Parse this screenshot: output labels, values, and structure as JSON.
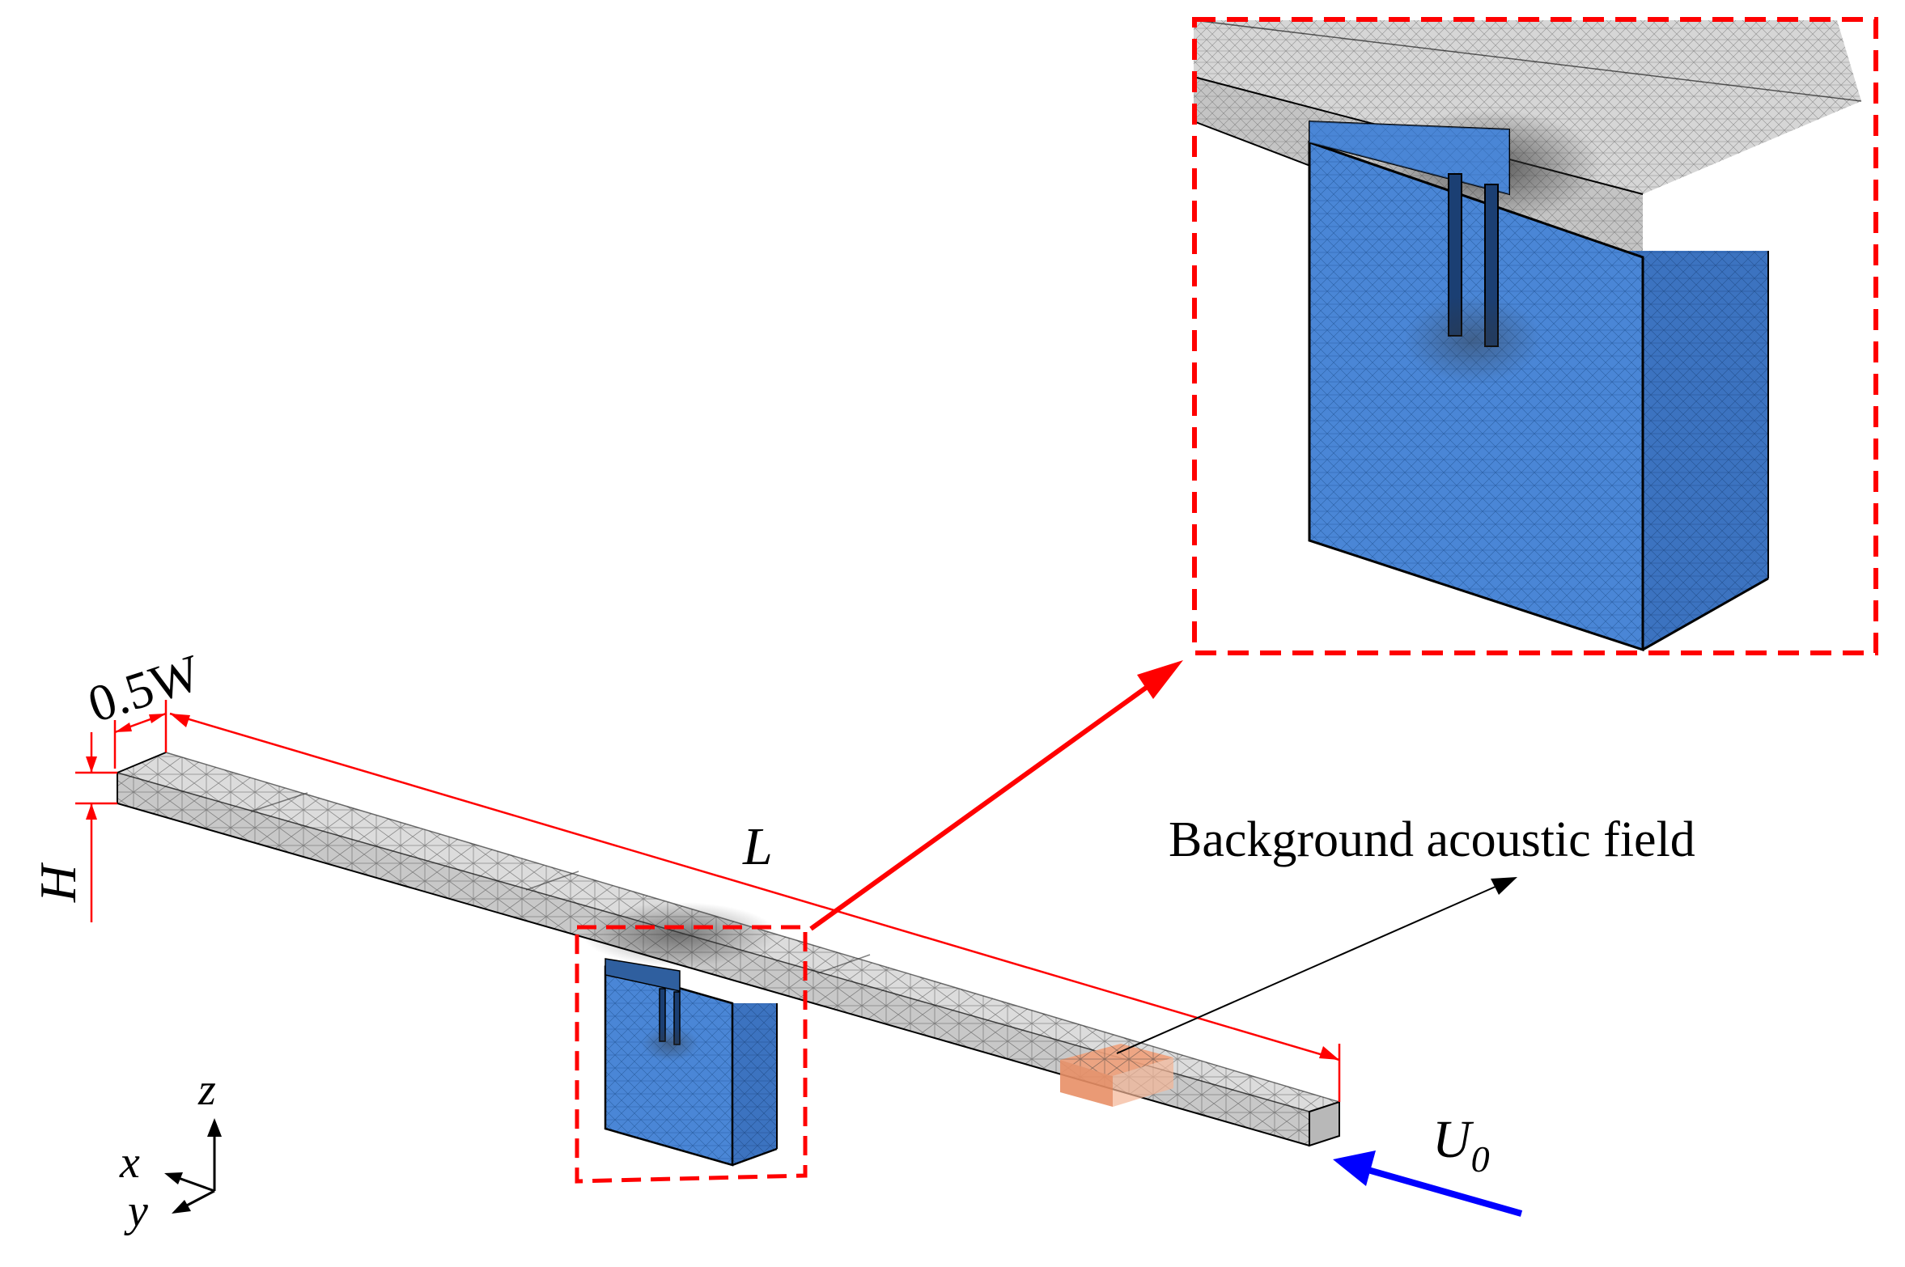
{
  "labels": {
    "half_width": "0.5W",
    "height": "H",
    "length": "L",
    "background_field": "Background acoustic field",
    "inflow_velocity": "U",
    "inflow_subscript": "0",
    "axis_x": "x",
    "axis_y": "y",
    "axis_z": "z"
  },
  "colors": {
    "dimension": "#ff0000",
    "zoom_frame": "#ff0000",
    "cavity": "#4a86d6",
    "cavity_side": "#3f76c4",
    "duct": "#cfcfcf",
    "source_region": "#f0a07a",
    "inflow_arrow": "#0000ff",
    "annotation": "#000000"
  },
  "icons": {
    "zoom_arrow": "red-arrow-icon",
    "inflow_arrow": "blue-arrow-icon",
    "axes": "coordinate-axes-icon"
  }
}
